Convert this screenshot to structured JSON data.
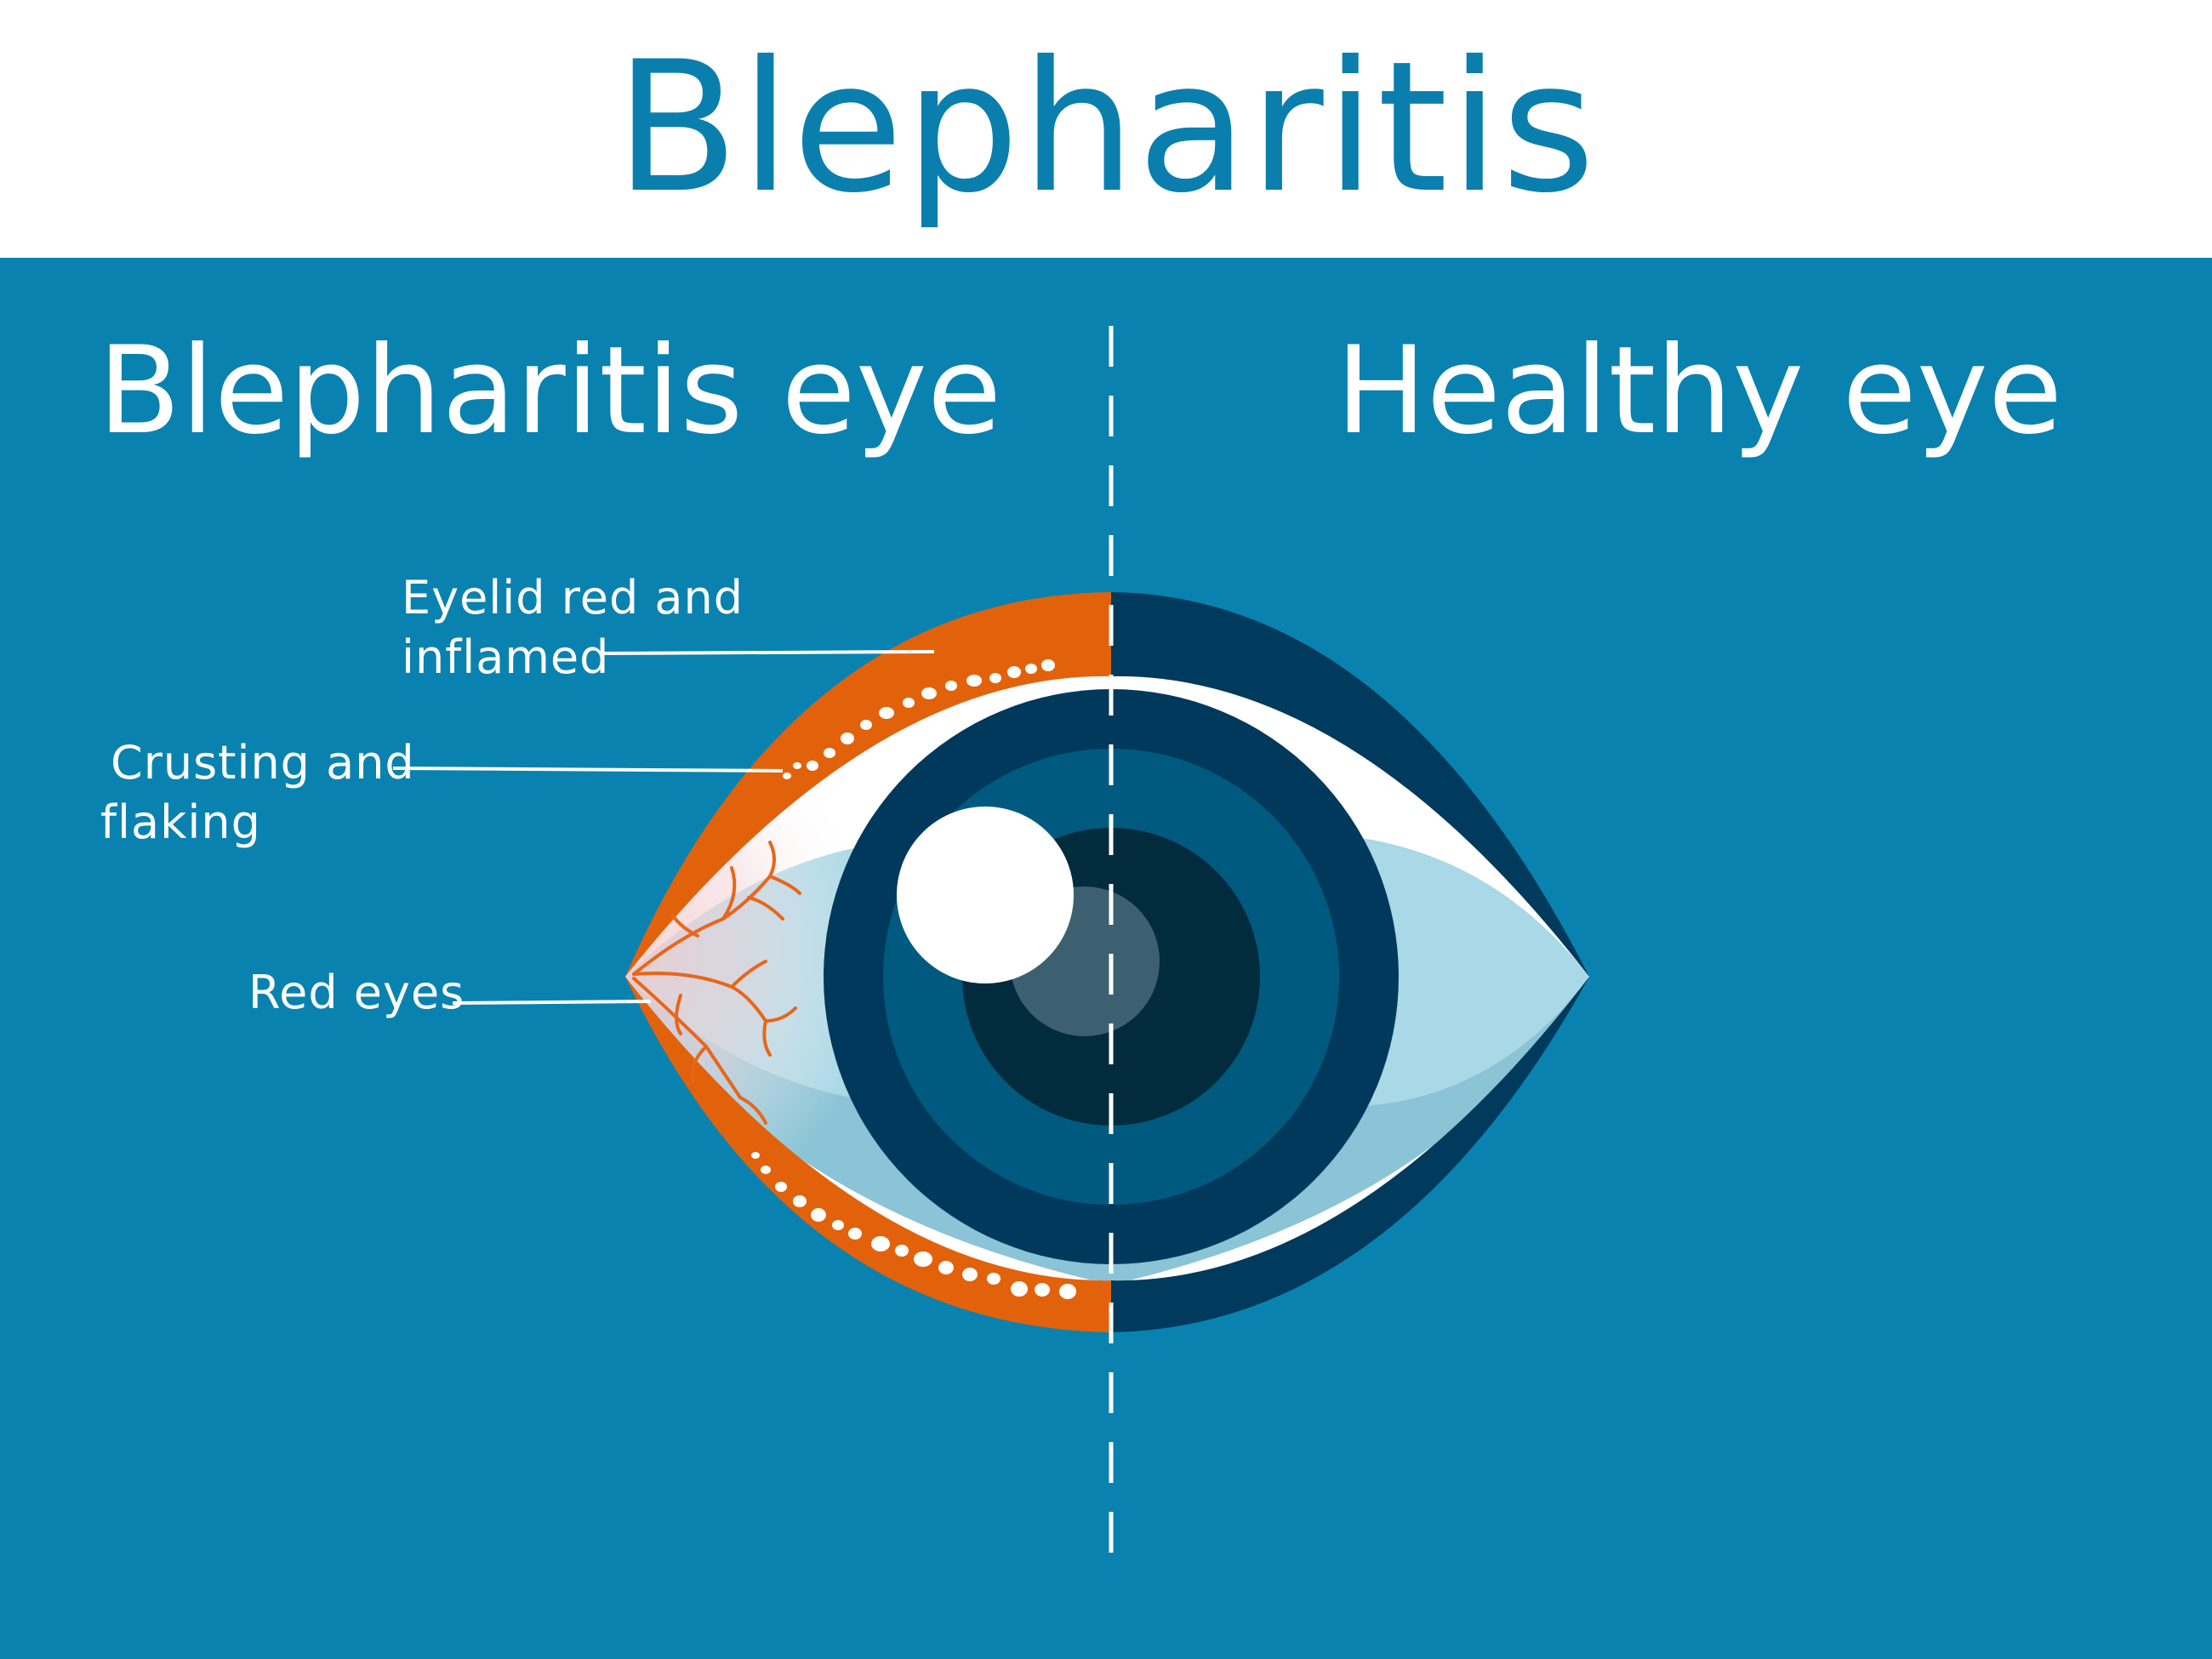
{
  "title": "Blepharitis",
  "sections": {
    "left_heading": "Blepharitis eye",
    "right_heading": "Healthy eye"
  },
  "annotations": {
    "eyelid_line1": "Eyelid red and",
    "eyelid_line2": "inflamed",
    "crusting_line1": "Crusting and",
    "crusting_line2": "flaking",
    "red_eyes": "Red eyes"
  },
  "colors": {
    "title_blue": "#0a7fae",
    "background_blue": "#0a82b0",
    "inflamed_orange": "#e2620c",
    "navy_lid": "#003a5c",
    "sclera_shade": "#a9d8e6",
    "iris_outer": "#00395c",
    "iris_mid": "#005a80",
    "pupil": "#022c3d",
    "highlight": "#ffffff"
  }
}
